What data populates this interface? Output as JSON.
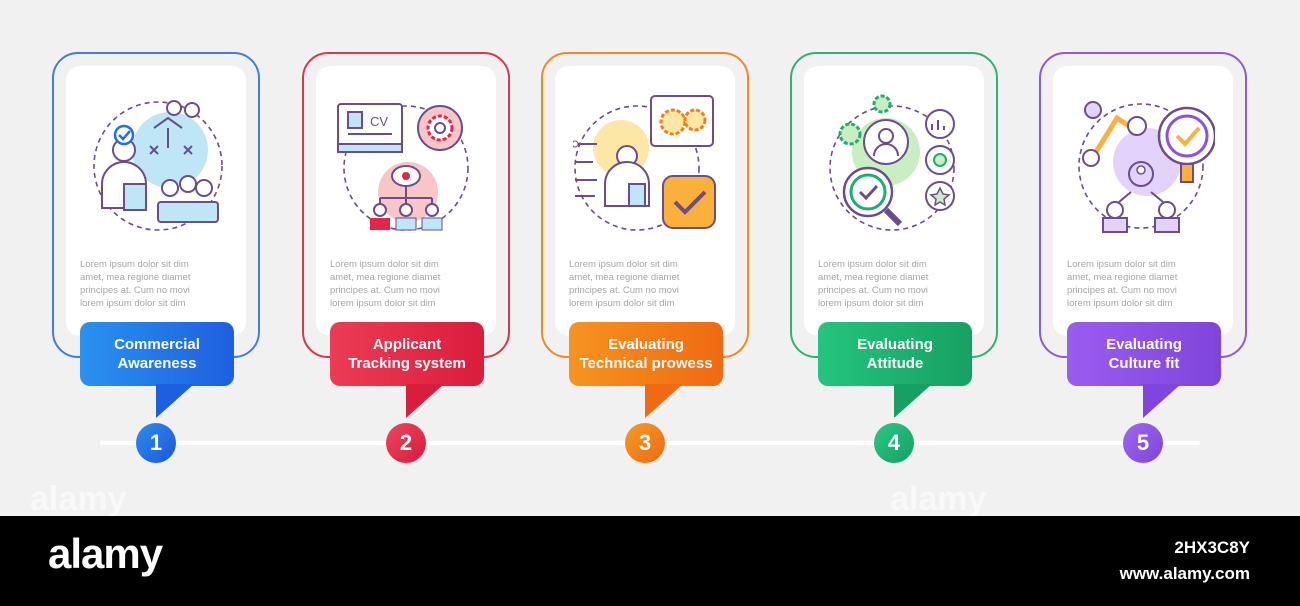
{
  "steps": [
    {
      "number": "1",
      "title_line1": "Commercial",
      "title_line2": "Awareness",
      "color": "#1e6fe8",
      "border": "#3f7fe0",
      "lorem": [
        "Lorem ipsum dolor sit dim",
        "amet, mea regione diamet",
        "principes at. Cum no movi",
        "lorem ipsum dolor sit dim"
      ]
    },
    {
      "number": "2",
      "title_line1": "Applicant",
      "title_line2": "Tracking system",
      "color": "#e2264a",
      "border": "#d9364f",
      "lorem": [
        "Lorem ipsum dolor sit dim",
        "amet, mea regione diamet",
        "principes at. Cum no movi",
        "lorem ipsum dolor sit dim"
      ]
    },
    {
      "number": "3",
      "title_line1": "Evaluating",
      "title_line2": "Technical prowess",
      "color": "#f47d16",
      "border": "#f08a22",
      "lorem": [
        "Lorem ipsum dolor sit dim",
        "amet, mea regione diamet",
        "principes at. Cum no movi",
        "lorem ipsum dolor sit dim"
      ]
    },
    {
      "number": "4",
      "title_line1": "Evaluating",
      "title_line2": "Attitude",
      "color": "#1fae6e",
      "border": "#2fb274",
      "lorem": [
        "Lorem ipsum dolor sit dim",
        "amet, mea regione diamet",
        "principes at. Cum no movi",
        "lorem ipsum dolor sit dim"
      ]
    },
    {
      "number": "5",
      "title_line1": "Evaluating",
      "title_line2": "Culture fit",
      "color": "#8e4fe6",
      "border": "#8a5ae0",
      "lorem": [
        "Lorem ipsum dolor sit dim",
        "amet, mea regione diamet",
        "principes at. Cum no movi",
        "lorem ipsum dolor sit dim"
      ]
    }
  ],
  "icons": [
    "strategy-team-icon",
    "cv-tracking-icon",
    "technical-gears-icon",
    "attitude-evaluation-icon",
    "culture-fit-icon"
  ],
  "footer": {
    "logo": "alamy",
    "image_code": "2HX3C8Y",
    "site": "www.alamy.com"
  },
  "watermark": "alamy"
}
